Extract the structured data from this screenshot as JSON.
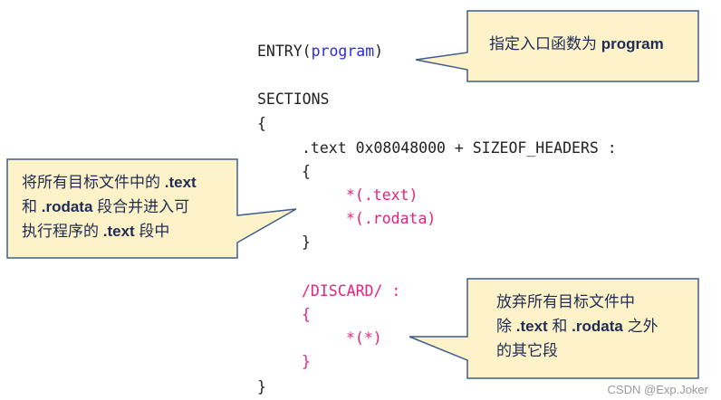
{
  "code": {
    "entry_kw": "ENTRY(",
    "entry_arg": "program",
    "entry_close": ")",
    "sections": "SECTIONS",
    "open_brace": "{",
    "text_line": ".text 0x08048000 + SIZEOF_HEADERS :",
    "text_open": "{",
    "text_in": "*(.text)",
    "rodata_in": "*(.rodata)",
    "text_close": "}",
    "discard": "/DISCARD/",
    "discard_colon": " :",
    "discard_open": "{",
    "discard_all": "*(*)",
    "discard_close": "}",
    "close_brace": "}"
  },
  "callouts": {
    "entry": {
      "text": "指定入口函数为 ",
      "bold": "program"
    },
    "merge": {
      "l1": "将所有目标文件中的 ",
      "l1b": ".text",
      "l2a": "和 ",
      "l2b": ".rodata",
      "l2c": " 段合并进入可",
      "l3": "执行程序的 ",
      "l3b": ".text",
      "l3c": " 段中"
    },
    "discard": {
      "l1": "放弃所有目标文件中",
      "l2a": "除 ",
      "l2b": ".text",
      "l2c": " 和 ",
      "l2d": ".rodata",
      "l2e": " 之外",
      "l3": "的其它段"
    }
  },
  "watermark": "CSDN @Exp.Joker",
  "colors": {
    "bubble_fill": "#fdf2c8",
    "bubble_stroke": "#3f5d8f",
    "keyword_blue": "#2a2ae0",
    "magenta": "#e8237d"
  }
}
